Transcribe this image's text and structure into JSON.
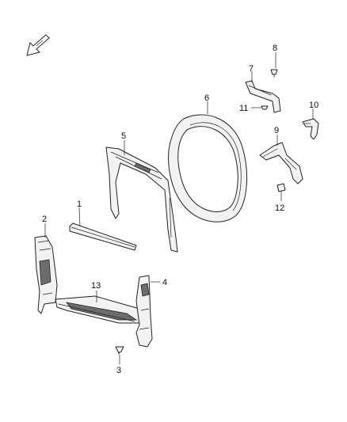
{
  "diagram": {
    "callouts": [
      "1",
      "2",
      "3",
      "4",
      "5",
      "6",
      "7",
      "8",
      "9",
      "10",
      "11",
      "12",
      "13"
    ],
    "orientation_icon": "front-arrow-icon"
  }
}
